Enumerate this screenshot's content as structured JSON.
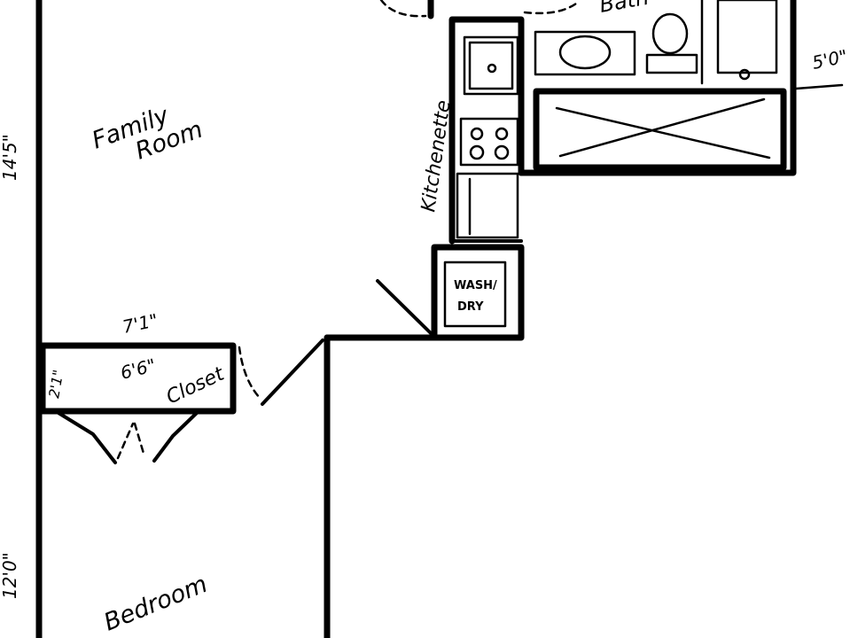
{
  "rooms": {
    "family_room": [
      "Family",
      "Room"
    ],
    "bedroom": "Bedroom",
    "kitchenette": "Kitchenette",
    "closet": "Closet",
    "bath": "Bath"
  },
  "appliances": {
    "washer_dryer": [
      "WASH/",
      "DRY"
    ]
  },
  "dimensions": {
    "family_room_height": "14'5\"",
    "bedroom_height": "12'0\"",
    "closet_outer_width": "7'1\"",
    "closet_inner_width": "6'6\"",
    "closet_depth": "2'1\"",
    "bath_width": "5'0\""
  }
}
